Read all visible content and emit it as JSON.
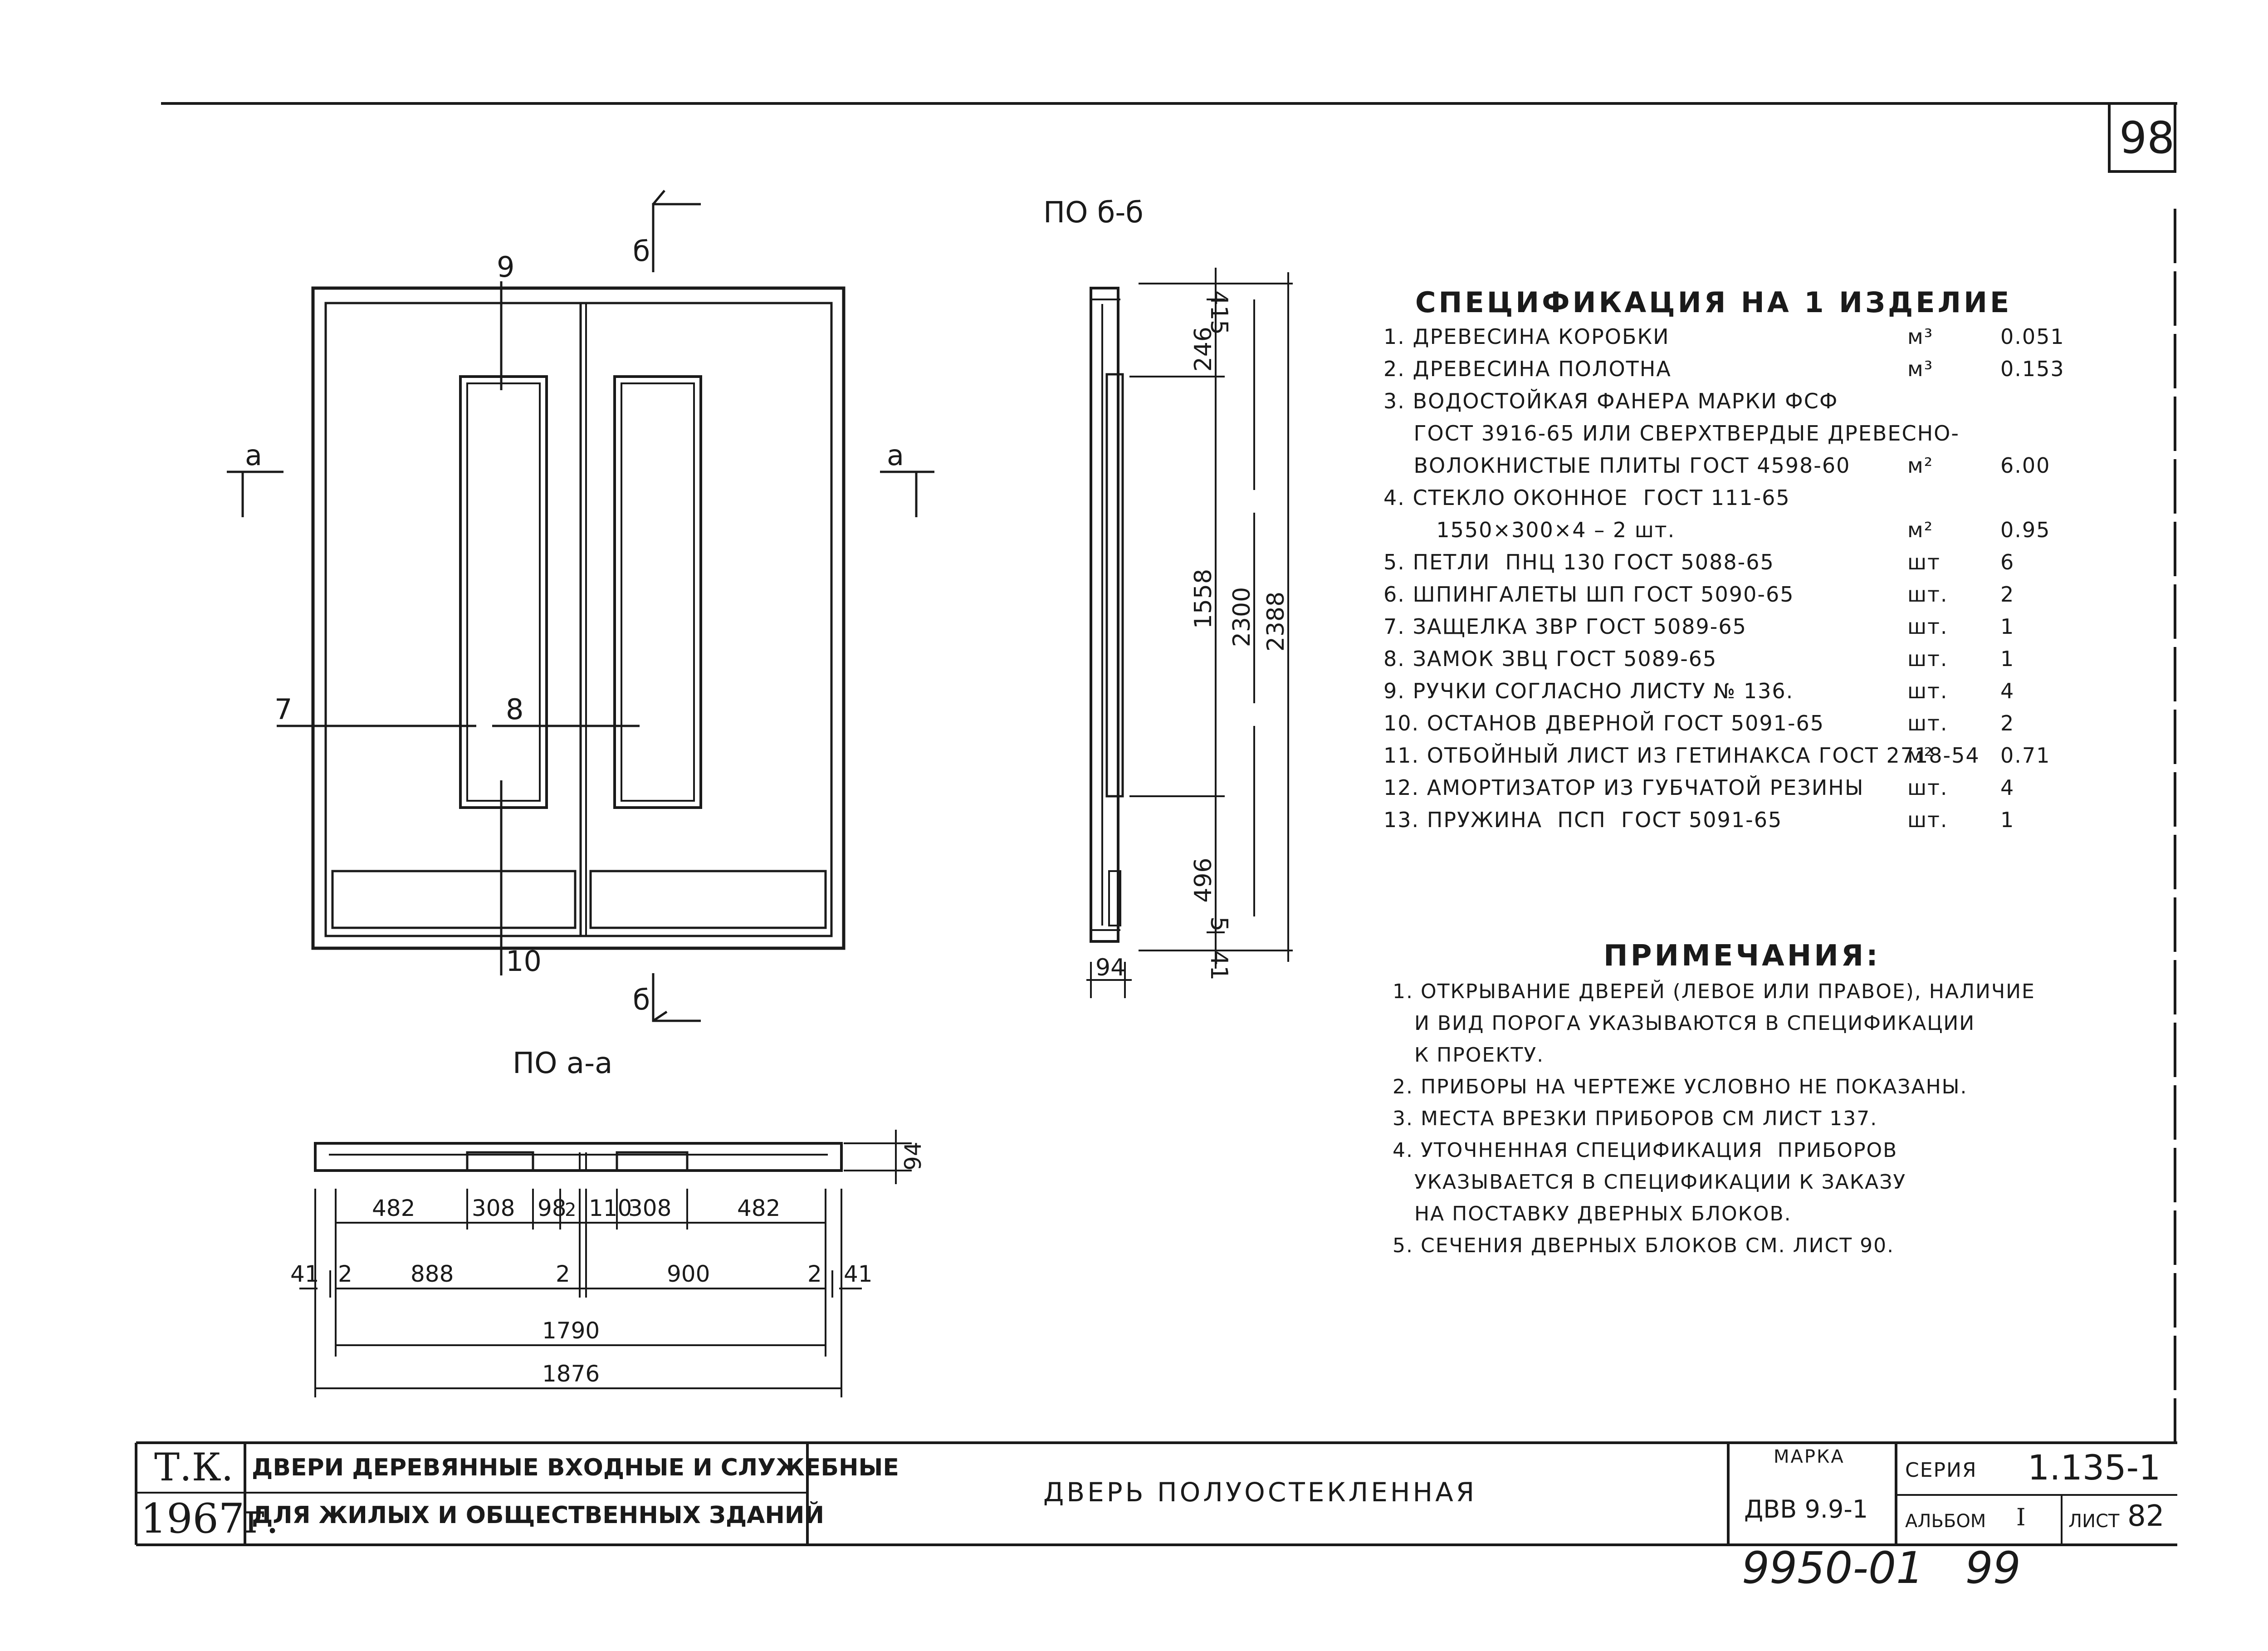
{
  "sheet_number": "98",
  "section_labels": {
    "b_b": "ПО б-б",
    "a_a": "ПО а-а"
  },
  "cut_marks": {
    "b_top": "б",
    "b_bottom": "б",
    "a_left": "а",
    "a_right": "а"
  },
  "callouts": [
    "9",
    "7",
    "8",
    "10"
  ],
  "dims_vertical": {
    "top": "41",
    "top_small": "5",
    "upper": "246",
    "glass": "1558",
    "inner": "2300",
    "total": "2388",
    "lower": "496",
    "bottom_small": "5",
    "bottom": "41",
    "thickness": "94"
  },
  "dims_plan": {
    "thickness": "94",
    "row1": [
      "482",
      "308",
      "98",
      "2",
      "110",
      "308",
      "482"
    ],
    "left_edge": "41",
    "left_gap": "2",
    "leaf_left": "888",
    "mid_gap": "2",
    "leaf_right": "900",
    "right_gap": "2",
    "right_edge": "41",
    "inner": "1790",
    "total": "1876"
  },
  "spec": {
    "title": "СПЕЦИФИКАЦИЯ НА 1 ИЗДЕЛИЕ",
    "rows": [
      {
        "name": "1. ДРЕВЕСИНА КОРОБКИ",
        "unit": "м³",
        "qty": "0.051"
      },
      {
        "name": "2. ДРЕВЕСИНА ПОЛОТНА",
        "unit": "м³",
        "qty": "0.153"
      },
      {
        "name": "3. ВОДОСТОЙКАЯ ФАНЕРА МАРКИ ФСФ",
        "unit": "",
        "qty": ""
      },
      {
        "name": "    ГОСТ 3916-65 ИЛИ СВЕРХТВЕРДЫЕ ДРЕВЕСНО-",
        "unit": "",
        "qty": ""
      },
      {
        "name": "    ВОЛОКНИСТЫЕ ПЛИТЫ ГОСТ 4598-60",
        "unit": "м²",
        "qty": "6.00"
      },
      {
        "name": "4. СТЕКЛО ОКОННОЕ  ГОСТ 111-65",
        "unit": "",
        "qty": ""
      },
      {
        "name": "       1550×300×4 – 2 шт.",
        "unit": "м²",
        "qty": "0.95"
      },
      {
        "name": "5. ПЕТЛИ  ПНЦ 130 ГОСТ 5088-65",
        "unit": "шт",
        "qty": "6"
      },
      {
        "name": "6. ШПИНГАЛЕТЫ ШП ГОСТ 5090-65",
        "unit": "шт.",
        "qty": "2"
      },
      {
        "name": "7. ЗАЩЕЛКА ЗВР ГОСТ 5089-65",
        "unit": "шт.",
        "qty": "1"
      },
      {
        "name": "8. ЗАМОК ЗВЦ ГОСТ 5089-65",
        "unit": "шт.",
        "qty": "1"
      },
      {
        "name": "9. РУЧКИ СОГЛАСНО ЛИСТУ № 136.",
        "unit": "шт.",
        "qty": "4"
      },
      {
        "name": "10. ОСТАНОВ ДВЕРНОЙ ГОСТ 5091-65",
        "unit": "шт.",
        "qty": "2"
      },
      {
        "name": "11. ОТБОЙНЫЙ ЛИСТ ИЗ ГЕТИНАКСА ГОСТ 2718-54",
        "unit": "м²",
        "qty": "0.71"
      },
      {
        "name": "12. АМОРТИЗАТОР ИЗ ГУБЧАТОЙ РЕЗИНЫ",
        "unit": "шт.",
        "qty": "4"
      },
      {
        "name": "13. ПРУЖИНА  ПСП  ГОСТ 5091-65",
        "unit": "шт.",
        "qty": "1"
      }
    ]
  },
  "notes": {
    "title": "ПРИМЕЧАНИЯ:",
    "lines": [
      "1. ОТКРЫВАНИЕ ДВЕРЕЙ (ЛЕВОЕ ИЛИ ПРАВОЕ), НАЛИЧИЕ",
      "   И ВИД ПОРОГА УКАЗЫВАЮТСЯ В СПЕЦИФИКАЦИИ",
      "   К ПРОЕКТУ.",
      "2. ПРИБОРЫ НА ЧЕРТЕЖЕ УСЛОВНО НЕ ПОКАЗАНЫ.",
      "3. МЕСТА ВРЕЗКИ ПРИБОРОВ СМ ЛИСТ 137.",
      "4. УТОЧНЕННАЯ СПЕЦИФИКАЦИЯ  ПРИБОРОВ",
      "   УКАЗЫВАЕТСЯ В СПЕЦИФИКАЦИИ К ЗАКАЗУ",
      "   НА ПОСТАВКУ ДВЕРНЫХ БЛОКОВ.",
      "5. СЕЧЕНИЯ ДВЕРНЫХ БЛОКОВ СМ. ЛИСТ 90."
    ]
  },
  "title_block": {
    "org": "Т.К.",
    "year": "1967г.",
    "subject_line1": "ДВЕРИ ДЕРЕВЯННЫЕ ВХОДНЫЕ И СЛУЖЕБНЫЕ",
    "subject_line2": "ДЛЯ ЖИЛЫХ И ОБЩЕСТВЕННЫХ ЗДАНИЙ",
    "drawing_title": "ДВЕРЬ ПОЛУОСТЕКЛЕННАЯ",
    "marka_label": "МАРКА",
    "marka_value": "ДВВ 9.9-1",
    "series_label": "СЕРИЯ",
    "series_value": "1.135-1",
    "album_label": "АЛЬБОМ",
    "album_value": "I",
    "sheet_label": "ЛИСТ",
    "sheet_value": "82"
  },
  "stamp_number": "9950-01   99"
}
